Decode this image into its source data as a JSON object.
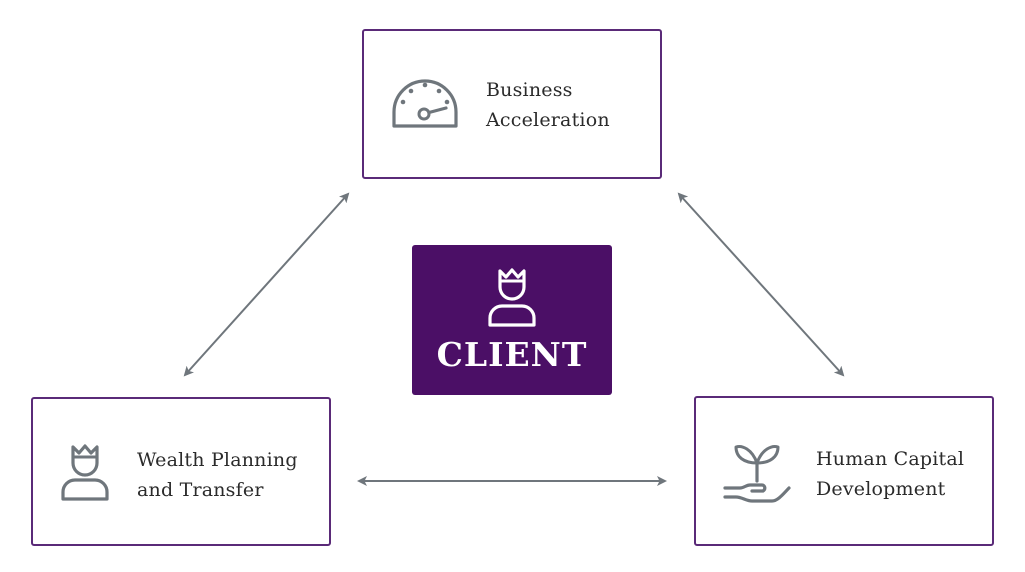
{
  "nodes": {
    "business": {
      "line1": "Business",
      "line2": "Acceleration",
      "icon": "speedometer-icon"
    },
    "wealth": {
      "line1": "Wealth Planning",
      "line2": "and Transfer",
      "icon": "person-crown-icon"
    },
    "human": {
      "line1": "Human Capital",
      "line2": "Development",
      "icon": "sprout-in-hand-icon"
    }
  },
  "client": {
    "label": "CLIENT",
    "icon": "person-crown-icon"
  },
  "connectors": [
    {
      "from": "wealth",
      "to": "business",
      "type": "bidirectional"
    },
    {
      "from": "business",
      "to": "human",
      "type": "bidirectional"
    },
    {
      "from": "wealth",
      "to": "human",
      "type": "bidirectional"
    }
  ],
  "colors": {
    "border": "#5a2a78",
    "client_fill": "#4b0f66",
    "icon": "#6f767c",
    "arrow": "#6f767c",
    "text": "#2b2b2b"
  }
}
